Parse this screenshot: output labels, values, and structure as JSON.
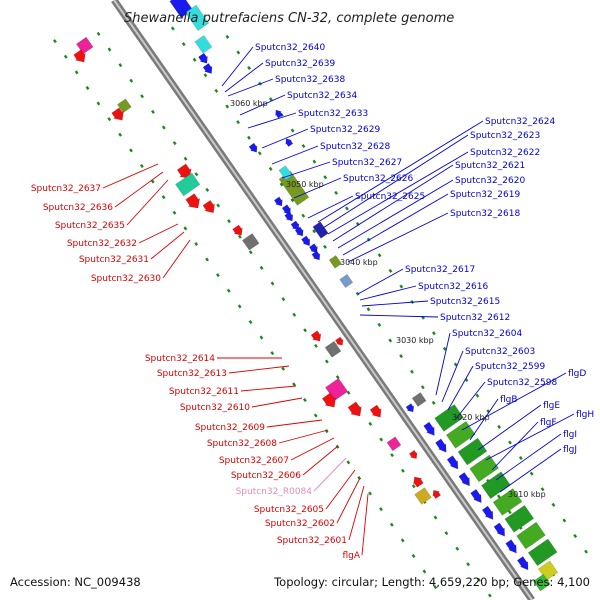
{
  "title": "Shewanella putrefaciens CN-32, complete genome",
  "footer": {
    "accession": "Accession: NC_009438",
    "topology": "Topology: circular; Length: 4,659,220 bp; Genes: 4,100"
  },
  "colors": {
    "backbone": "#8a8a8a",
    "tick": "#1a8a1a",
    "label_blue": "#0000dd",
    "label_red": "#dd0000",
    "label_pink": "#e58ac0"
  },
  "kbp_markers": [
    "3060 kbp",
    "3050 kbp",
    "3040 kbp",
    "3030 kbp",
    "3020 kbp",
    "3010 kbp"
  ],
  "right_labels": [
    "Sputcn32_2640",
    "Sputcn32_2639",
    "Sputcn32_2638",
    "Sputcn32_2634",
    "Sputcn32_2633",
    "Sputcn32_2629",
    "Sputcn32_2628",
    "Sputcn32_2627",
    "Sputcn32_2626",
    "Sputcn32_2625",
    "Sputcn32_2624",
    "Sputcn32_2623",
    "Sputcn32_2622",
    "Sputcn32_2621",
    "Sputcn32_2620",
    "Sputcn32_2619",
    "Sputcn32_2618",
    "Sputcn32_2617",
    "Sputcn32_2616",
    "Sputcn32_2615",
    "Sputcn32_2612",
    "Sputcn32_2604",
    "Sputcn32_2603",
    "Sputcn32_2599",
    "Sputcn32_2598",
    "flgD",
    "flgB",
    "flgE",
    "flgH",
    "flgF",
    "flgI",
    "flgJ"
  ],
  "left_labels": [
    "Sputcn32_2637",
    "Sputcn32_2636",
    "Sputcn32_2635",
    "Sputcn32_2632",
    "Sputcn32_2631",
    "Sputcn32_2630",
    "Sputcn32_2614",
    "Sputcn32_2613",
    "Sputcn32_2611",
    "Sputcn32_2610",
    "Sputcn32_2609",
    "Sputcn32_2608",
    "Sputcn32_2607",
    "Sputcn32_2606",
    "Sputcn32_R0084",
    "Sputcn32_2605",
    "Sputcn32_2602",
    "Sputcn32_2601",
    "flgA"
  ]
}
